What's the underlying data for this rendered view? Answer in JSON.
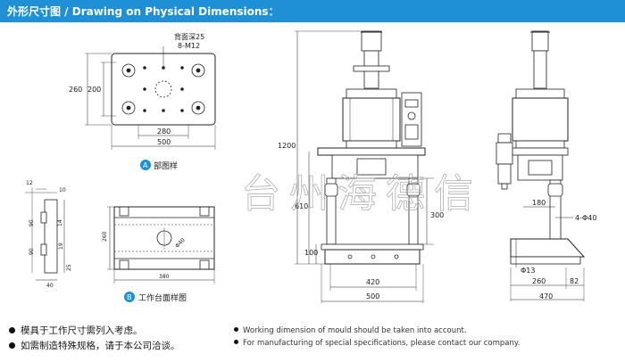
{
  "header": {
    "title": "外形尺寸图 / Drawing on Physical Dimensions："
  },
  "colors": {
    "header_bg": "#1f8fd6",
    "label_circle": "#1f8fd6",
    "watermark": "#b0b0b0"
  },
  "drawing_a": {
    "hole_note_line1": "背面深25",
    "hole_note_line2": "8-M12",
    "dim_height_outer": "260",
    "dim_height_inner": "200",
    "dim_width_inner": "280",
    "dim_width_outer": "500",
    "label_letter": "A",
    "label_text": "部图样"
  },
  "drawing_b": {
    "side_dims": [
      "12",
      "10",
      "90",
      "14",
      "90",
      "19",
      "40",
      "25"
    ],
    "dim_height": "260",
    "dim_width": "380",
    "dim_dia": "Φ40",
    "label_letter": "B",
    "label_text": "工作台面样图"
  },
  "front_view": {
    "dim_total_height": "1200",
    "dim_610": "610",
    "dim_300": "300",
    "dim_100": "100",
    "dim_420": "420",
    "dim_500": "500"
  },
  "side_view": {
    "dim_180": "180",
    "dim_phi40": "4-Φ40",
    "dim_phi13": "Φ13",
    "dim_260": "260",
    "dim_82": "82",
    "dim_470": "470"
  },
  "watermark": "台州海德信",
  "notes_cn": [
    "模具于工作尺寸需列入考虑。",
    "如需制造特殊规格，请于本公司洽谈。"
  ],
  "notes_en": [
    "Working dimension of mould should be taken into account.",
    "For manufacturing of special specifications, please contact our company."
  ]
}
